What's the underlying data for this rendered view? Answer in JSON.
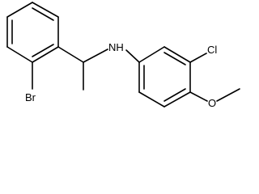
{
  "molecule": {
    "atoms": {
      "br": "Br",
      "nh": "NH",
      "cl": "Cl",
      "o": "O"
    }
  }
}
